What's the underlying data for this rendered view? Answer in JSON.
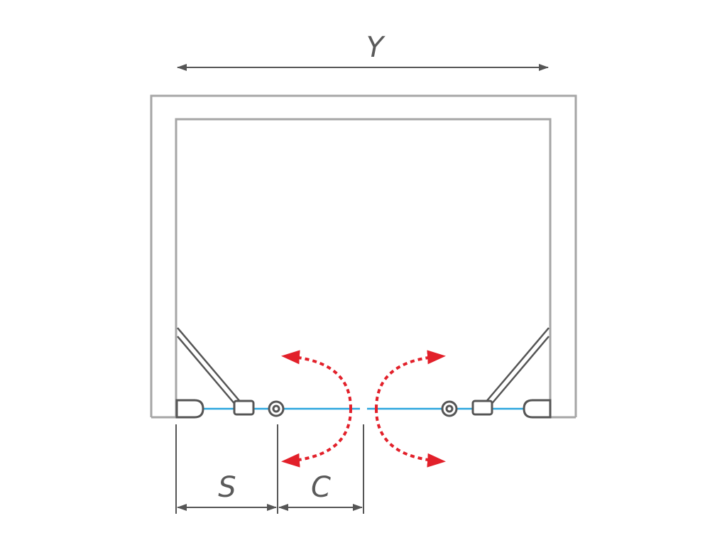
{
  "labels": {
    "width": "Y",
    "fixed_panel": "S",
    "door_opening": "C"
  },
  "colors": {
    "frame": "#a6a6a6",
    "dimension": "#555555",
    "glass": "#2ba6de",
    "swing_arrow": "#e2202a",
    "hardware": "#555555"
  }
}
